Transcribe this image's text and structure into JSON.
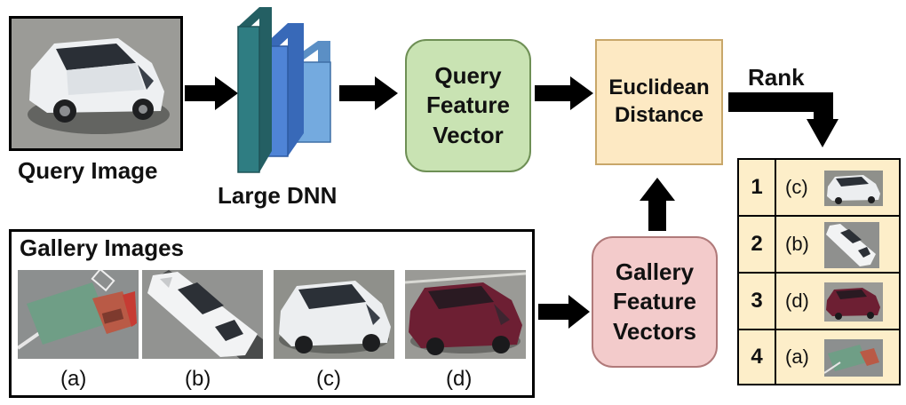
{
  "query": {
    "label": "Query Image"
  },
  "dnn": {
    "label": "Large DNN"
  },
  "query_vector": {
    "lines": [
      "Query",
      "Feature",
      "Vector"
    ]
  },
  "distance": {
    "lines": [
      "Euclidean",
      "Distance"
    ]
  },
  "rank": {
    "label": "Rank"
  },
  "gallery": {
    "title": "Gallery Images",
    "items": [
      {
        "letter": "(a)",
        "vehicle": "green truck"
      },
      {
        "letter": "(b)",
        "vehicle": "white sedan"
      },
      {
        "letter": "(c)",
        "vehicle": "white SUV"
      },
      {
        "letter": "(d)",
        "vehicle": "maroon hatchback"
      }
    ]
  },
  "gallery_vectors": {
    "lines": [
      "Gallery",
      "Feature",
      "Vectors"
    ]
  },
  "ranking": [
    {
      "rank": "1",
      "letter": "(c)",
      "vehicle": "white SUV"
    },
    {
      "rank": "2",
      "letter": "(b)",
      "vehicle": "white sedan"
    },
    {
      "rank": "3",
      "letter": "(d)",
      "vehicle": "maroon hatchback"
    },
    {
      "rank": "4",
      "letter": "(a)",
      "vehicle": "green truck"
    }
  ],
  "colors": {
    "query_vector_fill": "#c9e3b3",
    "query_vector_stroke": "#6e8f55",
    "distance_fill": "#fde9c3",
    "distance_stroke": "#c8a76a",
    "gallery_vector_fill": "#f3cbcb",
    "gallery_vector_stroke": "#b07a7a",
    "table_fill": "#fdeec9",
    "dnn_front": "#2f7d82",
    "dnn_mid": "#4f84d6",
    "dnn_back": "#74aadf"
  }
}
